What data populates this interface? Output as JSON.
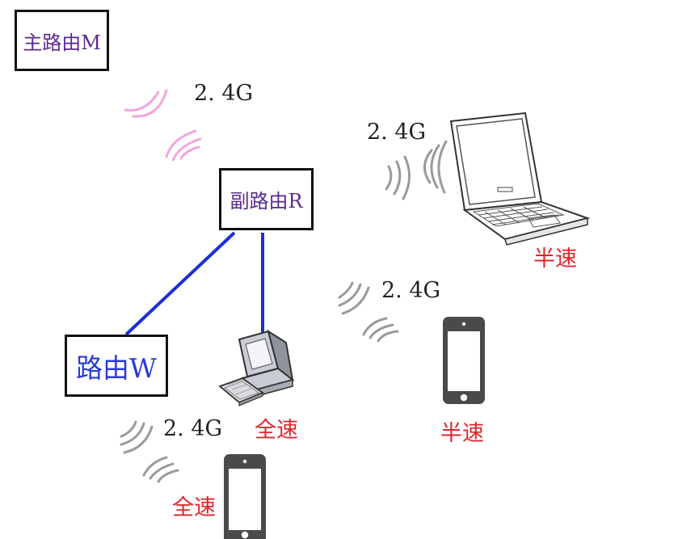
{
  "nodes": {
    "main_router": "主路由M",
    "sub_router": "副路由R",
    "router_w": "路由W"
  },
  "bands": {
    "main_to_sub": "2. 4G",
    "laptop": "2. 4G",
    "phone_right": "2. 4G",
    "phone_bottom": "2. 4G"
  },
  "speeds": {
    "laptop": "半速",
    "desktop": "全速",
    "phone_right": "半速",
    "phone_bottom": "全速"
  },
  "colors": {
    "wire": "#1a2fd6",
    "wifi_main": "#f2a5e0",
    "wifi_client": "#9a9a9a",
    "node_text": "#5a2a8c",
    "speed_text": "#e0252b"
  }
}
